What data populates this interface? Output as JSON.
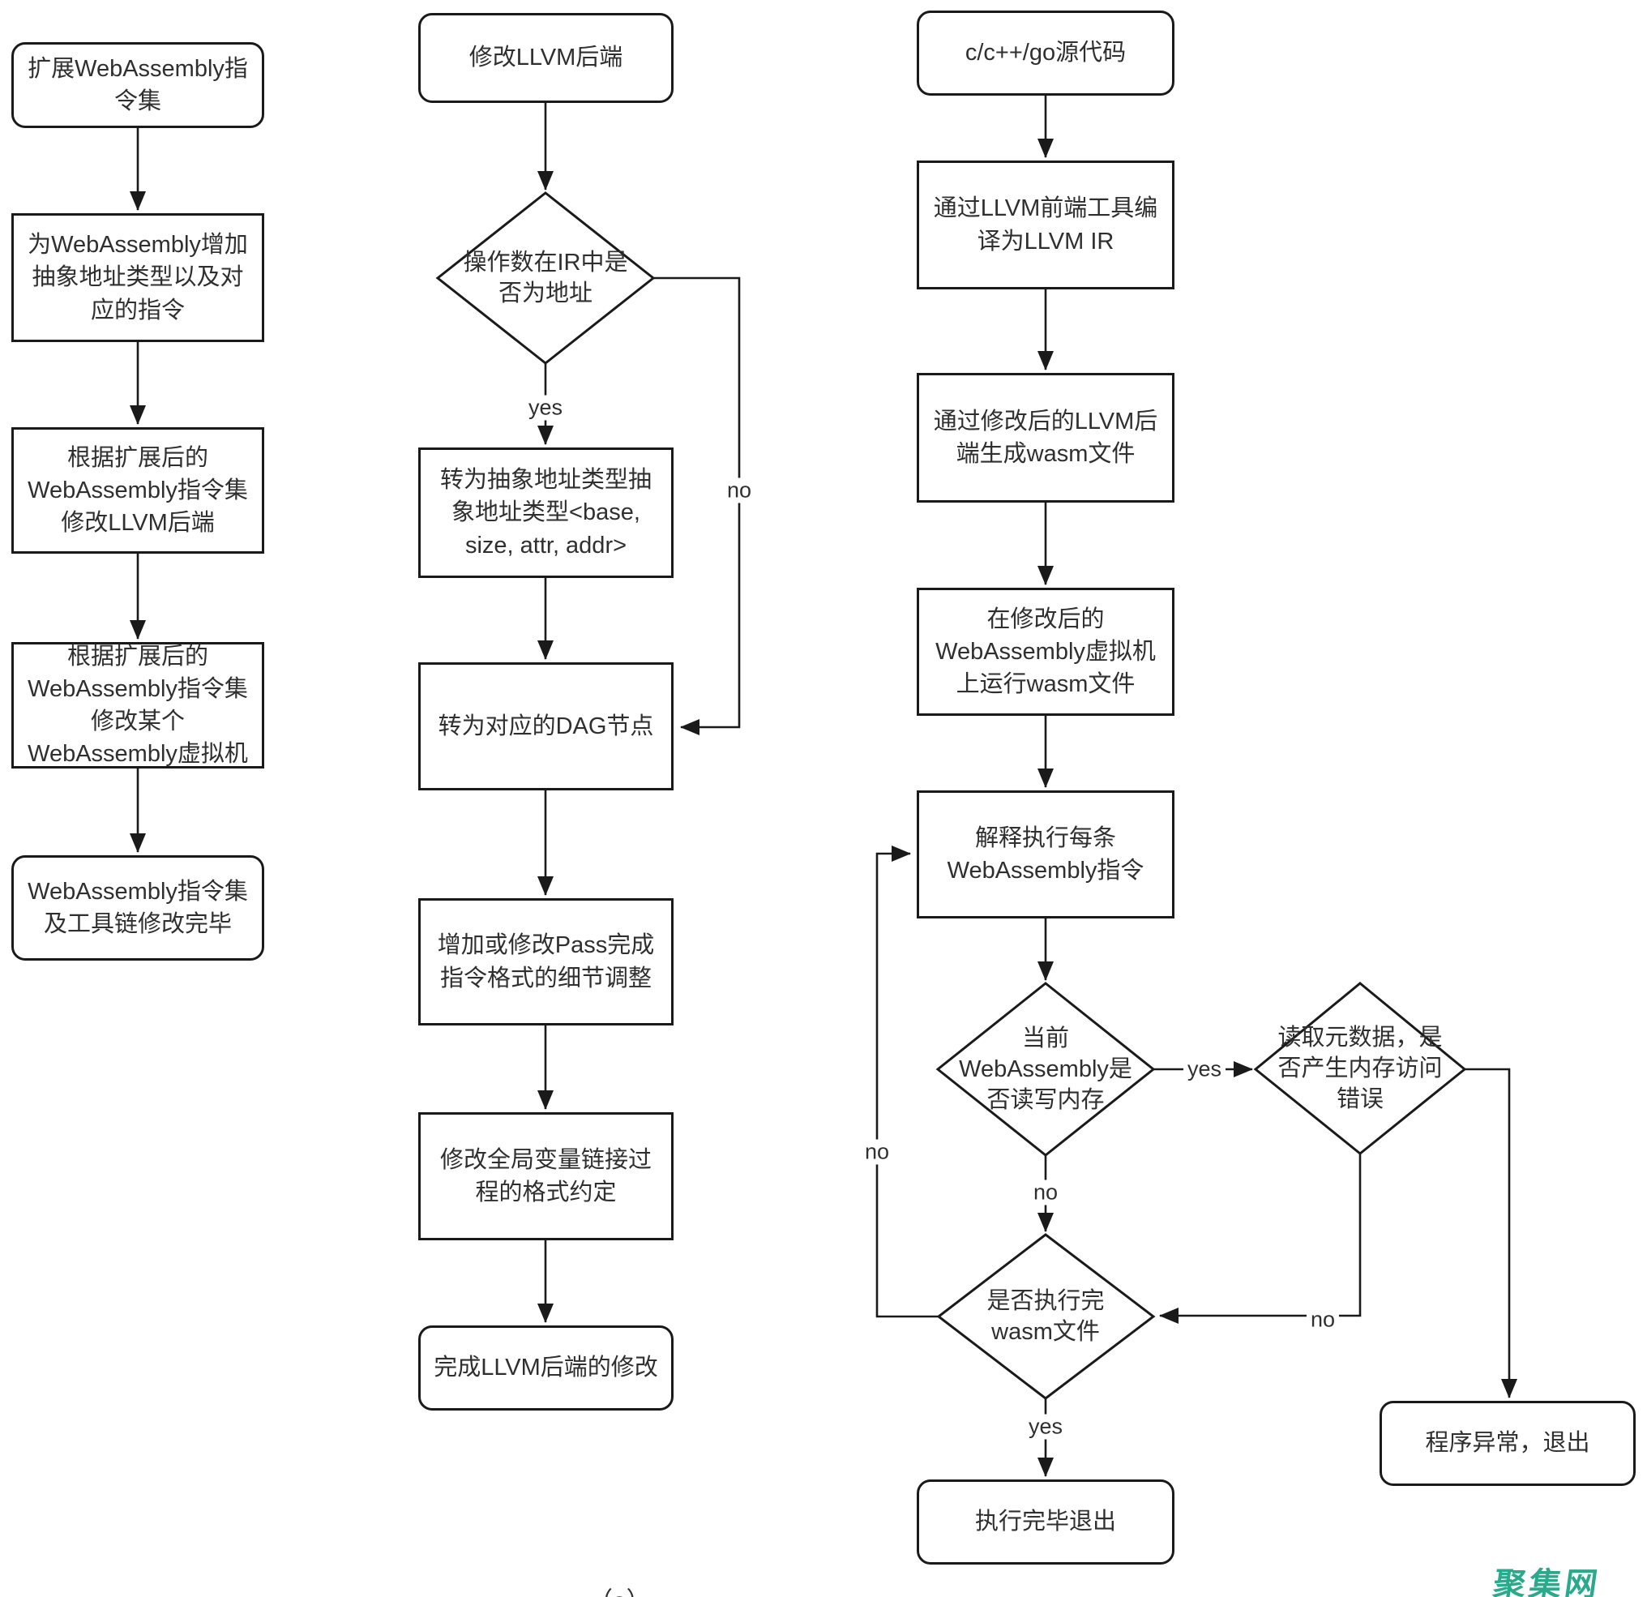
{
  "nodes": {
    "l1": {
      "label": "扩展WebAssembly指\n令集"
    },
    "l2": {
      "label": "为WebAssembly增加\n抽象地址类型以及对\n应的指令"
    },
    "l3": {
      "label": "根据扩展后的\nWebAssembly指令集\n修改LLVM后端"
    },
    "l4": {
      "label": "根据扩展后的\nWebAssembly指令集\n修改某个\nWebAssembly虚拟机"
    },
    "l5": {
      "label": "WebAssembly指令集\n及工具链修改完毕"
    },
    "m1": {
      "label": "修改LLVM后端"
    },
    "m2": {
      "label": "操作数在IR中是\n否为地址"
    },
    "m3": {
      "label": "转为抽象地址类型抽\n象地址类型<base,\nsize, attr, addr>"
    },
    "m4": {
      "label": "转为对应的DAG节点"
    },
    "m5": {
      "label": "增加或修改Pass完成\n指令格式的细节调整"
    },
    "m6": {
      "label": "修改全局变量链接过\n程的格式约定"
    },
    "m7": {
      "label": "完成LLVM后端的修改"
    },
    "r1": {
      "label": "c/c++/go源代码"
    },
    "r2": {
      "label": "通过LLVM前端工具编\n译为LLVM IR"
    },
    "r3": {
      "label": "通过修改后的LLVM后\n端生成wasm文件"
    },
    "r4": {
      "label": "在修改后的\nWebAssembly虚拟机\n上运行wasm文件"
    },
    "r5": {
      "label": "解释执行每条\nWebAssembly指令"
    },
    "r6": {
      "label": "当前\nWebAssembly是\n否读写内存"
    },
    "r7": {
      "label": "读取元数据，是\n否产生内存访问\n错误"
    },
    "r8": {
      "label": "是否执行完\nwasm文件"
    },
    "r9": {
      "label": "执行完毕退出"
    },
    "r10": {
      "label": "程序异常，退出"
    }
  },
  "edge_labels": {
    "m_yes": "yes",
    "m_no": "no",
    "r6_yes": "yes",
    "r6_no": "no",
    "r7_no": "no",
    "r8_yes": "yes",
    "r8_no": "no"
  },
  "watermark": "聚集网",
  "caption": "（a）",
  "colors": {
    "line": "#1a1a1a",
    "text": "#2f2f2f",
    "watermark": "#2ba98c",
    "background": "#ffffff"
  }
}
